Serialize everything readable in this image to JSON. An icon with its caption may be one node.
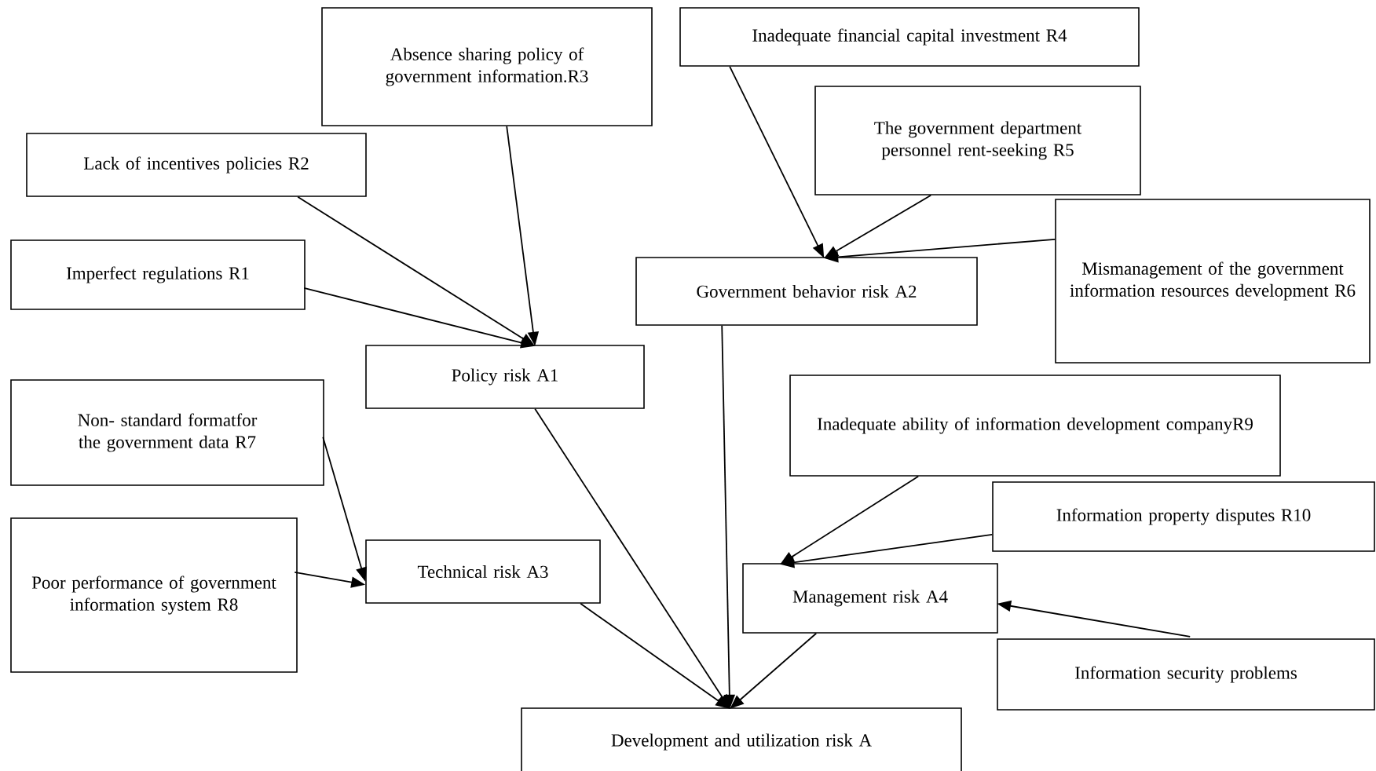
{
  "diagram": {
    "nodes": [
      {
        "text": [
          "Absence sharing policy of government information.R3"
        ]
      },
      {
        "text": [
          "Inadequate financial capital investment R4"
        ]
      },
      {
        "text": [
          "Lack of incentives policies R2"
        ]
      },
      {
        "text": [
          "The government department personnel rent-seeking R5"
        ]
      },
      {
        "text": [
          "Imperfect regulations R1"
        ]
      },
      {
        "text": [
          "Mismanagement of the government information resources development R6"
        ]
      },
      {
        "text": [
          "Government behavior risk A2"
        ]
      },
      {
        "text": [
          "Policy risk A1"
        ]
      },
      {
        "text": [
          "Non- standard formatfor the government data R7"
        ]
      },
      {
        "text": [
          "Inadequate ability of information development companyR9"
        ]
      },
      {
        "text": [
          "Information property disputes R10"
        ]
      },
      {
        "text": [
          "Poor performance of government information system R8"
        ]
      },
      {
        "text": [
          "Technical risk A3"
        ]
      },
      {
        "text": [
          "Management risk A4"
        ]
      },
      {
        "text": [
          "Information security problems"
        ]
      },
      {
        "text": [
          "Development and utilization risk A"
        ]
      }
    ],
    "edges": [
      {
        "from": 0,
        "to": 7,
        "arrow": "to"
      },
      {
        "from": 2,
        "to": 7,
        "arrow": "to"
      },
      {
        "from": 4,
        "to": 7,
        "arrow": "to"
      },
      {
        "from": 1,
        "to": 6,
        "arrow": "to"
      },
      {
        "from": 3,
        "to": 6,
        "arrow": "to"
      },
      {
        "from": 5,
        "to": 6,
        "arrow": "to"
      },
      {
        "from": 8,
        "to": 12,
        "arrow": "to"
      },
      {
        "from": 11,
        "to": 12,
        "arrow": "to"
      },
      {
        "from": 9,
        "to": 13,
        "arrow": "to"
      },
      {
        "from": 10,
        "to": 13,
        "arrow": "to"
      },
      {
        "from": 14,
        "to": 13,
        "arrow": "to"
      },
      {
        "from": 7,
        "to": 15,
        "arrow": "to"
      },
      {
        "from": 6,
        "to": 15,
        "arrow": "to"
      },
      {
        "from": 12,
        "to": 15,
        "arrow": "to"
      },
      {
        "from": 13,
        "to": 15,
        "arrow": "to"
      }
    ]
  }
}
